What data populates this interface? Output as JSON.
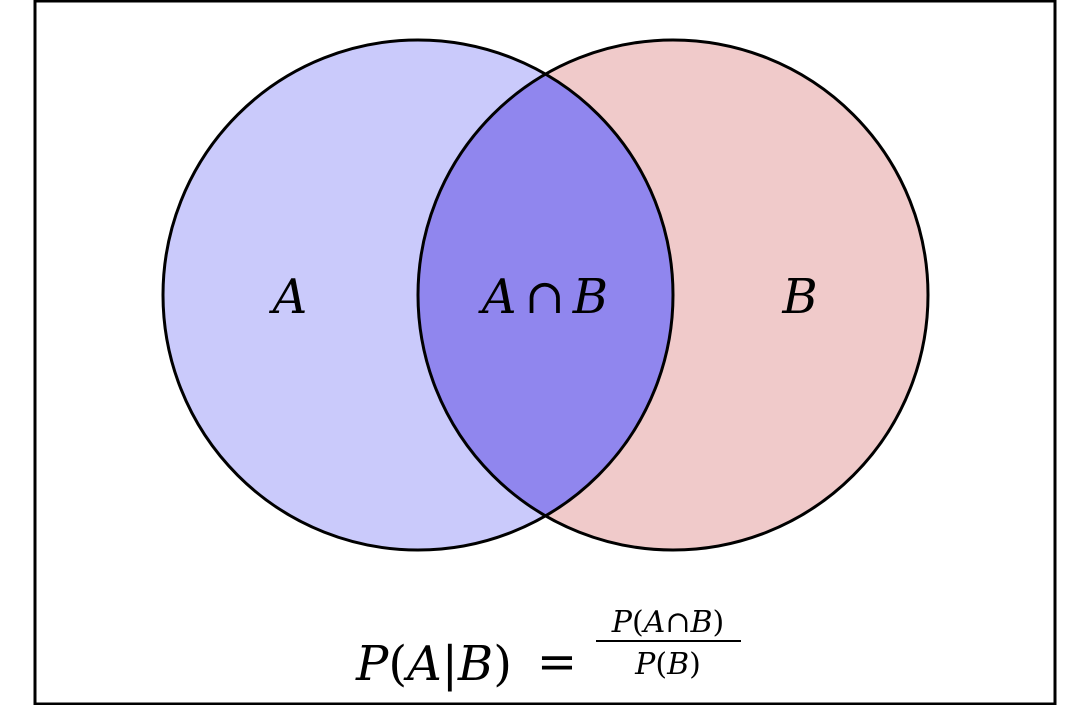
{
  "diagram": {
    "sets": [
      {
        "id": "A",
        "label": "A",
        "fill": "#cacafb"
      },
      {
        "id": "B",
        "label": "B",
        "fill": "#f0caca"
      }
    ],
    "intersection": {
      "set_a": "A",
      "symbol": "∩",
      "set_b": "B",
      "fill": "#9086ee"
    },
    "stroke_color": "#000000",
    "frame_color": "#000000"
  },
  "formula": {
    "lhs_p": "P",
    "lhs_open": "(",
    "lhs_a": "A",
    "lhs_bar": "|",
    "lhs_b": "B",
    "lhs_close": ")",
    "equals": "=",
    "num_p": "P",
    "num_open": "(",
    "num_a": "A",
    "num_cap": "∩",
    "num_b": "B",
    "num_close": ")",
    "den_p": "P",
    "den_open": "(",
    "den_b": "B",
    "den_close": ")"
  }
}
